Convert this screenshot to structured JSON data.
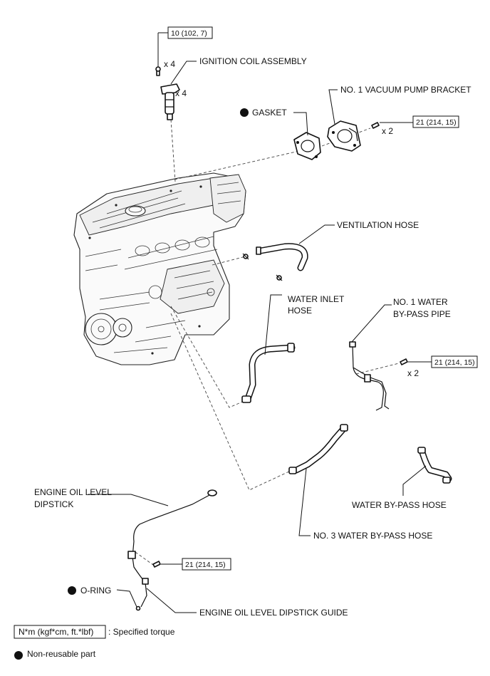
{
  "labels": {
    "ignition_coil": "IGNITION COIL ASSEMBLY",
    "vacuum_bracket": "NO. 1 VACUUM PUMP BRACKET",
    "gasket": "GASKET",
    "ventilation_hose": "VENTILATION HOSE",
    "water_inlet_hose_1": "WATER INLET",
    "water_inlet_hose_2": "HOSE",
    "bypass_pipe_1": "NO. 1 WATER",
    "bypass_pipe_2": "BY-PASS PIPE",
    "bypass_hose": "WATER BY-PASS HOSE",
    "no3_bypass_hose": "NO. 3 WATER BY-PASS HOSE",
    "dipstick_1": "ENGINE OIL LEVEL",
    "dipstick_2": "DIPSTICK",
    "o_ring": "O-RING",
    "dipstick_guide": "ENGINE OIL LEVEL DIPSTICK GUIDE"
  },
  "torques": {
    "ignition_bolt": "10 (102, 7)",
    "vacuum_bolt": "21 (214, 15)",
    "pipe_bolt": "21 (214, 15)",
    "guide_bolt": "21 (214, 15)"
  },
  "quantities": {
    "ignition_bolt": "x 4",
    "ignition_coil": "x 4",
    "vacuum_bolt": "x 2",
    "pipe_bolt": "x 2"
  },
  "legend": {
    "torque_box": "N*m (kgf*cm, ft.*lbf)",
    "torque_text": ": Specified torque",
    "nonreusable_text": "Non-reusable part"
  }
}
